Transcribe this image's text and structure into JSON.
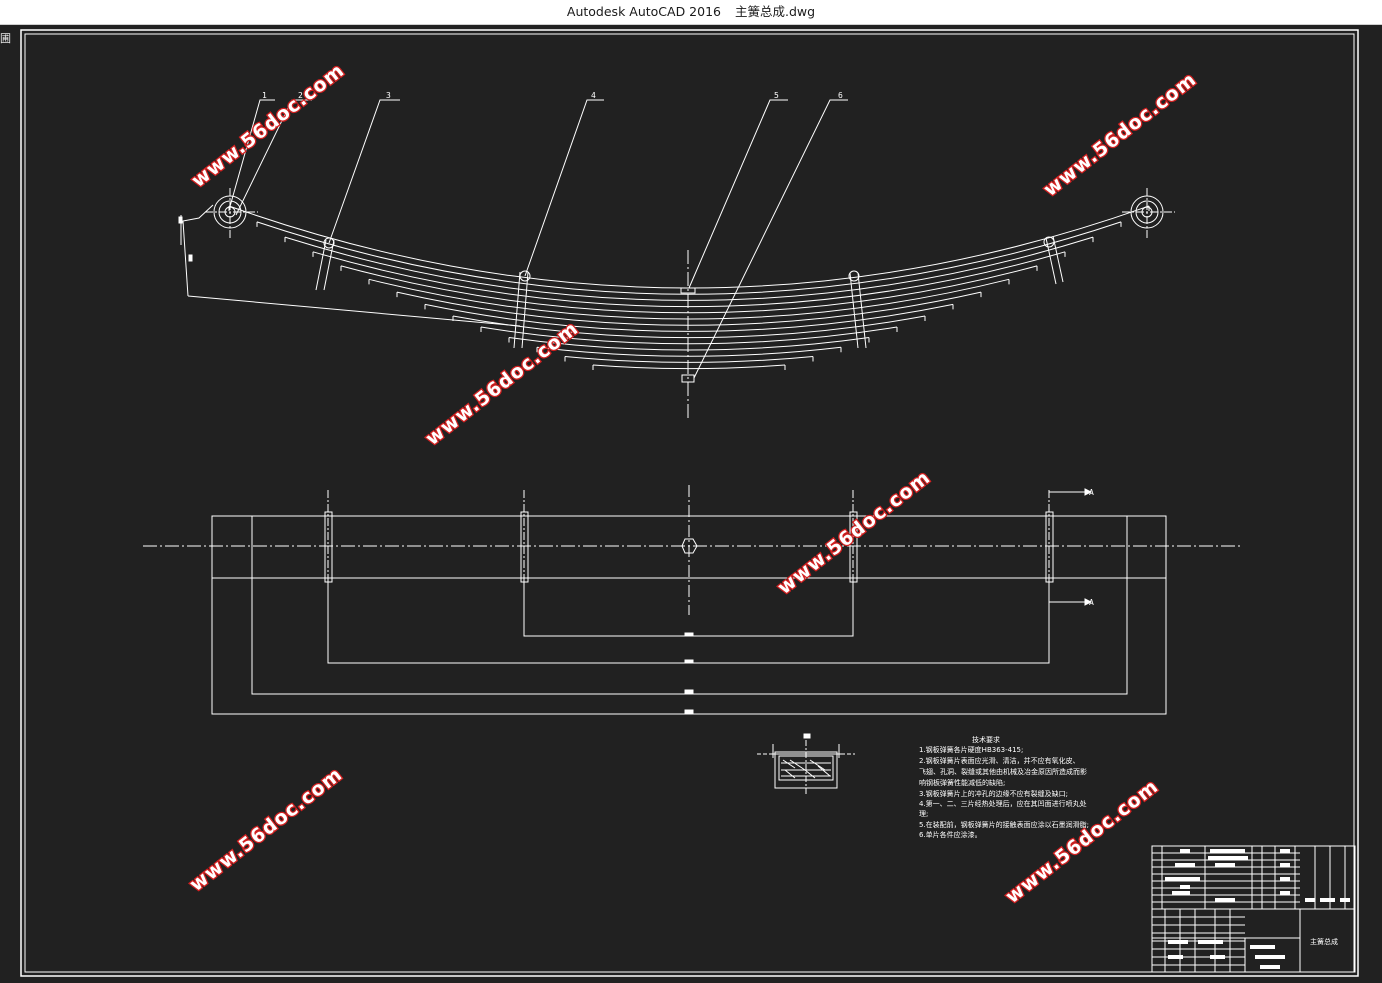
{
  "window": {
    "app_title": "Autodesk AutoCAD 2016",
    "file_name": "主簧总成.dwg"
  },
  "system_menu_glyph": "圃",
  "drawing": {
    "balloons": [
      "1",
      "2",
      "3",
      "4",
      "5",
      "6"
    ],
    "section_marker": "A",
    "notes": {
      "title": "技术要求",
      "lines": [
        "1.钢板弹簧各片硬度HB363-415;",
        "2.钢板弹簧片表面应光滑、清洁，并不应有氧化皮、",
        "飞翅、孔洞、裂缝或其他由机械及冶金原因所造成而影",
        "响钢板弹簧性能减低的缺陷;",
        "3.钢板弹簧片上的冲孔的边缘不应有裂缝及缺口;",
        "4.第一、二、三片经热处理后，应在其凹面进行喷丸处",
        "理;",
        "5.在装配前，钢板弹簧片的接触表面应涂以石墨润滑脂;",
        "6.单片各件应涂漆。"
      ]
    },
    "title_block": {
      "drawing_name": "主簧总成"
    },
    "watermark_text": "www.56doc.com"
  },
  "colors": {
    "background": "#212121",
    "linework": "#ffffff",
    "watermark_fill": "#ffffff",
    "watermark_outline": "#d22020",
    "titlebar": "#ffffff"
  }
}
